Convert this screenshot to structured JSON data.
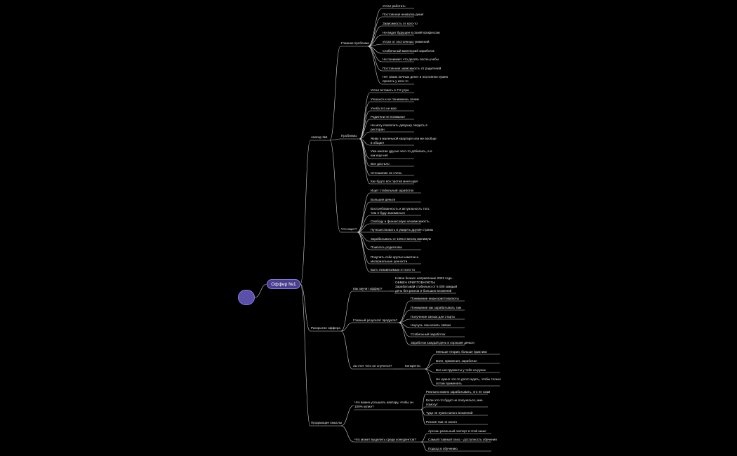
{
  "root": {
    "label": "Оффер №1"
  },
  "branches": [
    {
      "label": "Аватар №1",
      "children": [
        {
          "label": "Главная проблема",
          "items": [
            "Устал работать",
            "Постоянная нехватка денег",
            "Зависимость от кого-то",
            "Не видит будущее в своей профессии",
            "Устал от постоянных унижений",
            "Стабильный маленький заработок",
            "Не понимает что делать после учебы",
            "Постоянная зависимость от родителей",
            "Нет своих личных денег и постоянно нужно\nпросить у кого-то"
          ]
        },
        {
          "label": "Проблемы",
          "items": [
            "Устал вставать в 7-8 утра",
            "Учишься и не понимаешь зачем",
            "Учеба это не мое",
            "Родители не понимают",
            "Не могу позволить девушку сводить в\nресторан",
            "Живу в маленькой квартире или же вообще\nв общаге",
            "Уже многие друзья чего-то добились, а я\nкак еще нет",
            "Все достало",
            "Отношение не очень",
            "Как будто все против меня идет"
          ]
        },
        {
          "label": "Что ищет?",
          "items": [
            "Ищет стабильный заработок",
            "Большие деньги",
            "Востребованность и актуальность того,\nчем я буду заниматься",
            "Свободу и финансовую независимость",
            "Путешествовать и увидеть другие страны",
            "Зарабатывать от 100к в месяц минимум",
            "Помогать родителям",
            "Покупать себе крутые шмотки и\nматериальные ценности",
            "Быть независимым от кого-то"
          ]
        }
      ]
    },
    {
      "label": "Раскрытие оффера",
      "children": [
        {
          "label": "Как звучит оффер?",
          "items": [
            "Новое бизнес направление 2022 года -\nОБМЕН КРИПТОВАЛЮТЫ\nЗарабатывай стабильно от 5 000 каждый\nдень без рисков и больших вложений"
          ]
        },
        {
          "label": "Главный результат продукта?",
          "items": [
            "Понимание ниши криптовалюты",
            "Понимание как зарабатывать там",
            "Получение связок для старта",
            "Научусь сам искать связки",
            "Стабильный заработок",
            "Заработок каждый день и хорошие деньги"
          ]
        },
        {
          "label": "За счет чего он случится?",
          "sub": "Конкретно",
          "items": [
            "Меньше теории, больше практики",
            "Взял, применил, заработал",
            "Все инструменты у тебя на руках",
            "Не нужно что-то долго ждать, чтобы только\nпотом применить"
          ]
        }
      ]
    },
    {
      "label": "Продающие смыслы",
      "children": [
        {
          "label": "Что важно услышать аватару, чтобы он\n100% купил?",
          "items": [
            "Реально можно зарабатывать, это не скам",
            "Если что-то будет не получаться, мне\nпомогут",
            "Туда не нужно много вложений",
            "Рисков там не много"
          ]
        },
        {
          "label": "Что может выделить среди конкурентов?",
          "items": [
            "Арслан реальный эксперт в этой нише",
            "Самый главный плюс - доступность обучения",
            "Подход в обучению"
          ]
        }
      ]
    }
  ]
}
